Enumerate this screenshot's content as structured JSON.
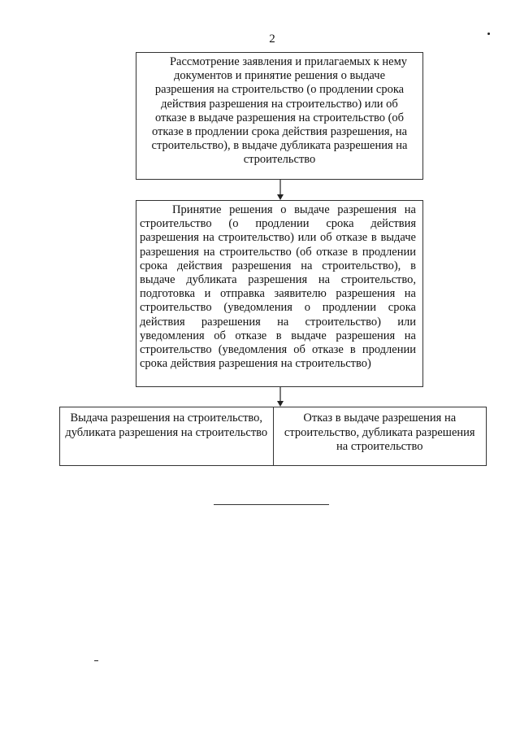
{
  "page_number": "2",
  "steps": [
    {
      "text": "Рассмотрение заявления и прилагаемых к нему документов и принятие решения о выдаче разрешения на строительство (о продлении срока действия разрешения на строительство) или об отказе в выдаче разрешения на строительство (об отказе в продлении срока действия разрешения, на строительство), в выдаче дубликата разрешения на строительство"
    },
    {
      "text": "Принятие решения о выдаче разрешения на строительство (о продлении срока действия разрешения на строительство) или об отказе в выдаче разрешения на строительство (об отказе в продлении срока действия разрешения на строительство), в выдаче дубликата разрешения на строительство, подготовка и отправка заявителю разрешения на строительство (уведомления о продлении срока действия разрешения на строительство) или уведомления об отказе в выдаче разрешения на строительство (уведомления об отказе в продлении срока действия разрешения на строительство)"
    }
  ],
  "outcomes": [
    {
      "text": "Выдача разрешения на строительство, дубликата разрешения на строительство"
    },
    {
      "text": "Отказ в выдаче разрешения на строительство, дубликата разрешения на строительство"
    }
  ]
}
